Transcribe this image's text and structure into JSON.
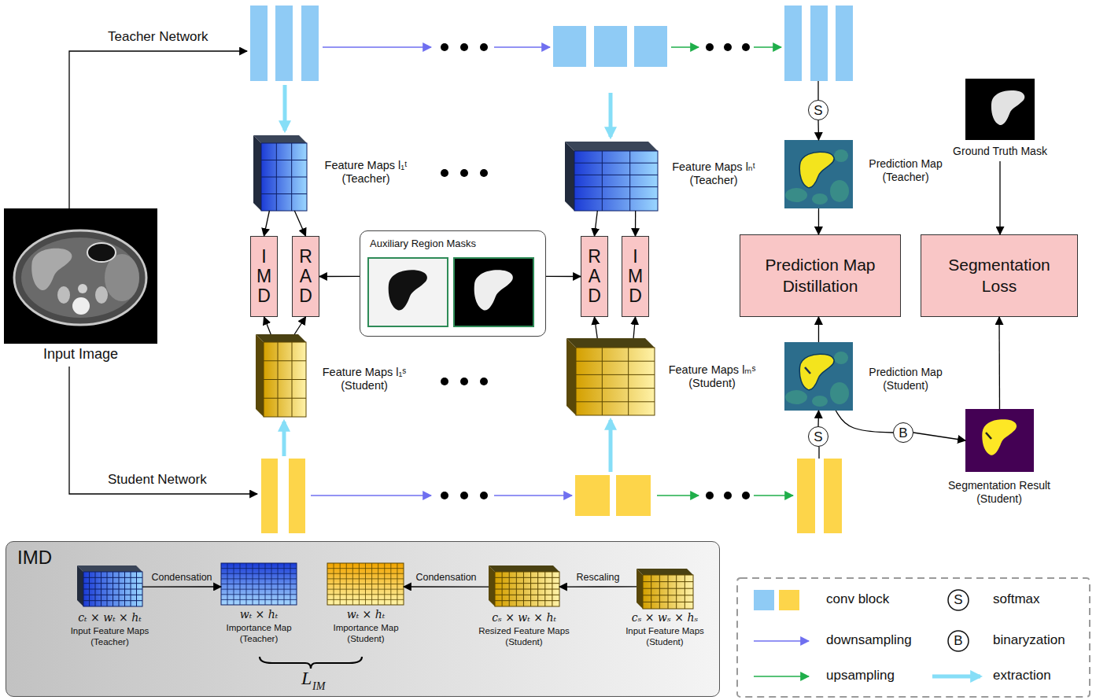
{
  "diagram": {
    "nodes": [
      {
        "text": [
          "Feature Maps l₁ᵗ (Teacher)"
        ]
      },
      {
        "text": [
          "Feature Maps lₙᵗ (Teacher)"
        ]
      },
      {
        "text": [
          "S"
        ]
      },
      {
        "text": [
          "Prediction Map (Teacher)"
        ]
      },
      {
        "text": [
          "Ground Truth Mask"
        ]
      },
      {
        "text": [
          "IMD"
        ]
      },
      {
        "text": [
          "RAD"
        ]
      },
      {
        "text": [
          "Auxiliary Region Masks"
        ]
      },
      {
        "text": [
          "RAD"
        ]
      },
      {
        "text": [
          "IMD"
        ]
      },
      {
        "text": [
          "Prediction Map Distillation"
        ]
      },
      {
        "text": [
          "Segmentation Loss"
        ]
      },
      {
        "text": [
          "Feature Maps l₁ˢ (Student)"
        ]
      },
      {
        "text": [
          "Feature Maps lₘˢ (Student)"
        ]
      },
      {
        "text": [
          "Prediction Map (Student)"
        ]
      },
      {
        "text": [
          "B"
        ]
      },
      {
        "text": [
          "Segmentation Result (Student)"
        ]
      },
      {
        "text": [
          "S"
        ]
      },
      {
        "text": [
          "Input Image"
        ]
      },
      {
        "text": [
          "IMD"
        ]
      },
      {
        "text": [
          "cₜ × wₜ × hₜ",
          "Input Feature Maps (Teacher)"
        ],
        "in": 19
      },
      {
        "text": [
          "wₜ × hₜ",
          "Importance Map (Teacher)"
        ],
        "in": 19
      },
      {
        "text": [
          "wₜ × hₜ",
          "Importance Map (Student)"
        ],
        "in": 19
      },
      {
        "text": [
          "cₛ × wₜ × hₜ",
          "Resized Feature Maps (Student)"
        ],
        "in": 19
      },
      {
        "text": [
          "cₛ × wₛ × hₛ",
          "Input Feature Maps (Student)"
        ],
        "in": 19
      }
    ],
    "edges": [
      {
        "from": 0,
        "to": 5,
        "arrow": "to"
      },
      {
        "from": 0,
        "to": 6,
        "arrow": "to"
      },
      {
        "from": 1,
        "to": 8,
        "arrow": "to"
      },
      {
        "from": 1,
        "to": 9,
        "arrow": "to"
      },
      {
        "from": 7,
        "to": 6,
        "arrow": "to"
      },
      {
        "from": 7,
        "to": 8,
        "arrow": "to"
      },
      {
        "from": 12,
        "to": 5,
        "arrow": "to"
      },
      {
        "from": 12,
        "to": 6,
        "arrow": "to"
      },
      {
        "from": 13,
        "to": 8,
        "arrow": "to"
      },
      {
        "from": 13,
        "to": 9,
        "arrow": "to"
      },
      {
        "from": 2,
        "to": 3,
        "arrow": "to"
      },
      {
        "from": 3,
        "to": 10,
        "arrow": "to"
      },
      {
        "from": 14,
        "to": 10,
        "arrow": "to"
      },
      {
        "from": 4,
        "to": 11,
        "arrow": "to"
      },
      {
        "from": 16,
        "to": 11,
        "arrow": "to"
      },
      {
        "from": 17,
        "to": 14,
        "arrow": "to"
      },
      {
        "from": 14,
        "to": 15,
        "arrow": "none"
      },
      {
        "from": 15,
        "to": 16,
        "arrow": "to"
      },
      {
        "from": 20,
        "to": 21,
        "label": "Condensation",
        "arrow": "to"
      },
      {
        "from": 24,
        "to": 23,
        "label": "Rescaling",
        "arrow": "to"
      },
      {
        "from": 23,
        "to": 22,
        "label": "Condensation",
        "arrow": "to"
      }
    ],
    "labels": [
      "Teacher Network",
      "Student Network",
      "L",
      "IM",
      "S",
      "B"
    ],
    "legend": [
      {
        "text": "conv block"
      },
      {
        "text": "softmax"
      },
      {
        "text": "downsampling"
      },
      {
        "text": "binaryzation"
      },
      {
        "text": "upsampling"
      },
      {
        "text": "extraction"
      }
    ]
  }
}
